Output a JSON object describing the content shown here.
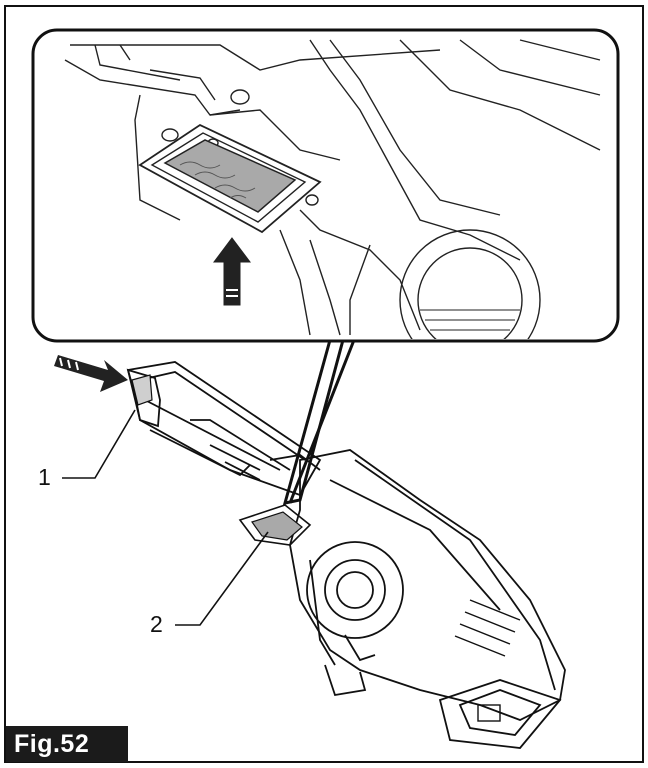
{
  "figure": {
    "label": "Fig.52",
    "callouts": [
      {
        "number": "1"
      },
      {
        "number": "2"
      }
    ],
    "colors": {
      "line": "#111111",
      "background": "#ffffff",
      "label_bg": "#1b1b1b",
      "filter_fill": "#a9a9a9"
    }
  }
}
